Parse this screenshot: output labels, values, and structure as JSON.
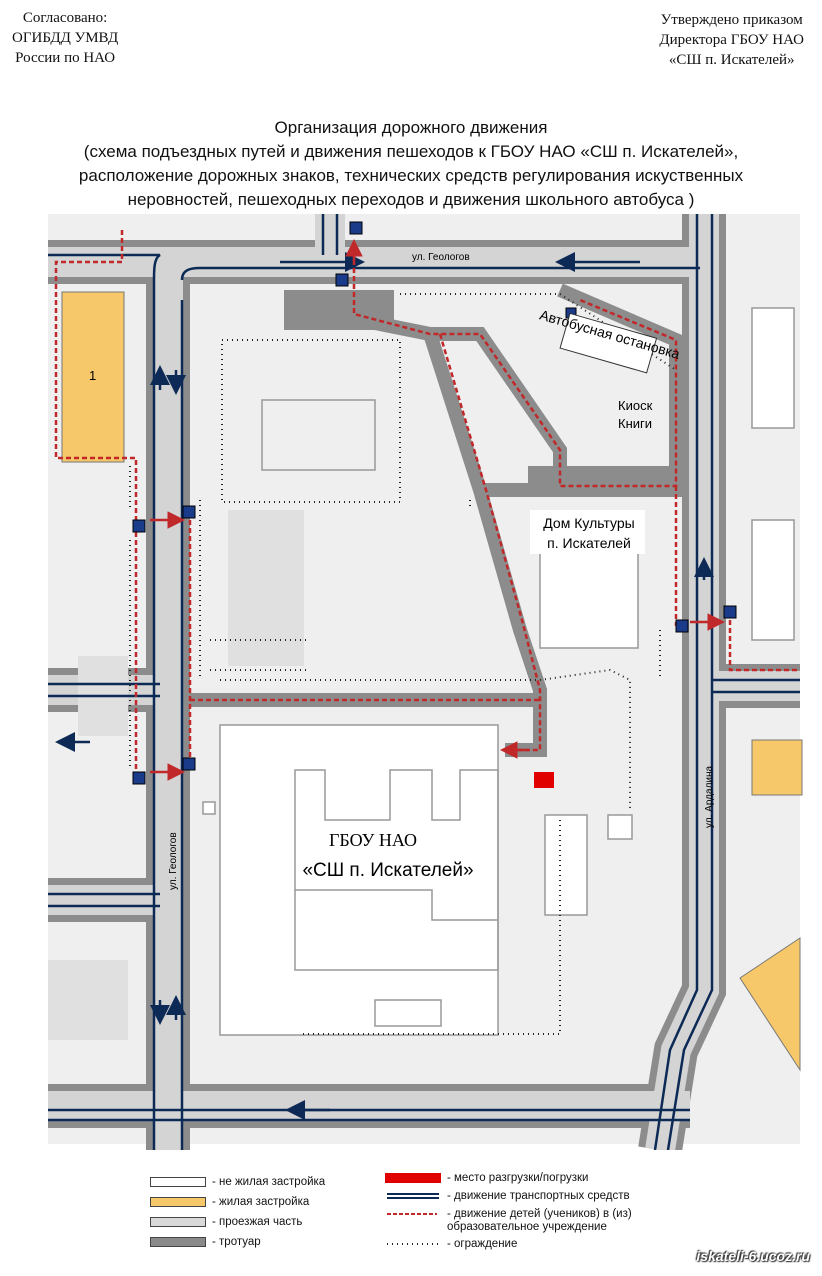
{
  "header": {
    "left": [
      "Согласовано:",
      "ОГИБДД УМВД",
      "России по НАО"
    ],
    "right": [
      "Утверждено приказом",
      "Директора ГБОУ НАО",
      "«СШ п. Искателей»"
    ]
  },
  "title": [
    "Организация дорожного движения",
    "(схема подъездных путей и движения пешеходов к ГБОУ НАО «СШ п. Искателей»,",
    "расположение дорожных знаков, технических средств регулирования искуственных",
    "неровностей, пешеходных переходов и движения школьного автобуса )"
  ],
  "map": {
    "streets": {
      "top": "ул. Геологов",
      "left": "ул. Геологов",
      "right": "ул. Ардалина"
    },
    "buildings": {
      "residential_1": "1",
      "bus_stop": "Автобусная остановка",
      "kiosk": [
        "Киоск",
        "Книги"
      ],
      "culture_house": [
        "Дом Культуры",
        "п. Искателей"
      ],
      "school": [
        "ГБОУ НАО",
        "«СШ п. Искателей»"
      ]
    }
  },
  "legend": [
    {
      "label": "- не жилая застройка",
      "swatch": "#ffffff"
    },
    {
      "label": "- жилая застройка",
      "swatch": "#f7c86a"
    },
    {
      "label": "- проезжая часть",
      "swatch": "#d9d9d9"
    },
    {
      "label": "- тротуар",
      "swatch": "#8a8a8a"
    },
    {
      "label": "- место разгрузки/погрузки",
      "swatch": "#e00000"
    },
    {
      "label": "- движение транспортных средств",
      "swatch": "#0c2a55"
    },
    {
      "label": "- движение детей (учеников) в (из) образовательное учреждение",
      "swatch": "#c0282a"
    },
    {
      "label": "- ограждение",
      "swatch": "#222222"
    }
  ],
  "credit": "iskateli-6.ucoz.ru",
  "colors": {
    "road": "#d4d4d4",
    "sidewalk": "#8c8c8c",
    "residential": "#f7c86a",
    "traffic": "#0c2a55",
    "children": "#c0282a",
    "unloading": "#e00000"
  },
  "icons": [
    "pedestrian-crossing-sign-icon",
    "bus-stop-sign-icon"
  ]
}
